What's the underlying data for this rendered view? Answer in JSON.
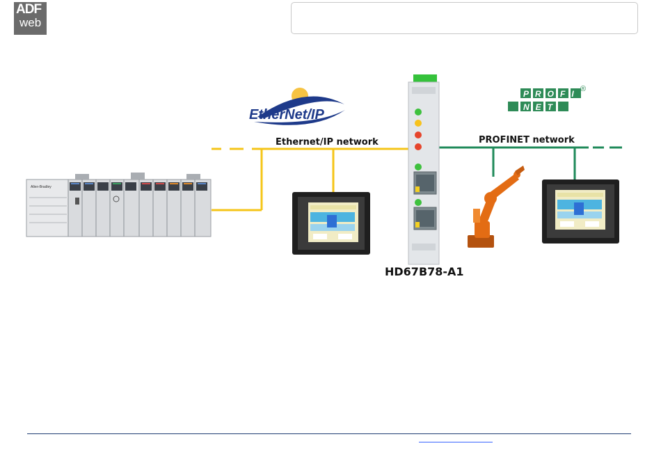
{
  "brand": {
    "line1": "ADF",
    "line2": "web"
  },
  "networks": {
    "ethernet_ip": {
      "logo_text": "EtherNet/IP",
      "label": "Ethernet/IP network",
      "color": "#f5c518"
    },
    "profinet": {
      "logo_line1": "PROFI",
      "logo_line2": "NET",
      "registered": "®",
      "label": "PROFINET network",
      "color": "#1f8a5a"
    }
  },
  "gateway": {
    "model": "HD67B78-A1",
    "led_colors": [
      "#3ec13e",
      "#f7c21c",
      "#e6452c",
      "#e6452c",
      "#3ec13e",
      "#3ec13e"
    ]
  },
  "devices": {
    "plc": {
      "brand_text": "Allen-Bradley"
    }
  }
}
